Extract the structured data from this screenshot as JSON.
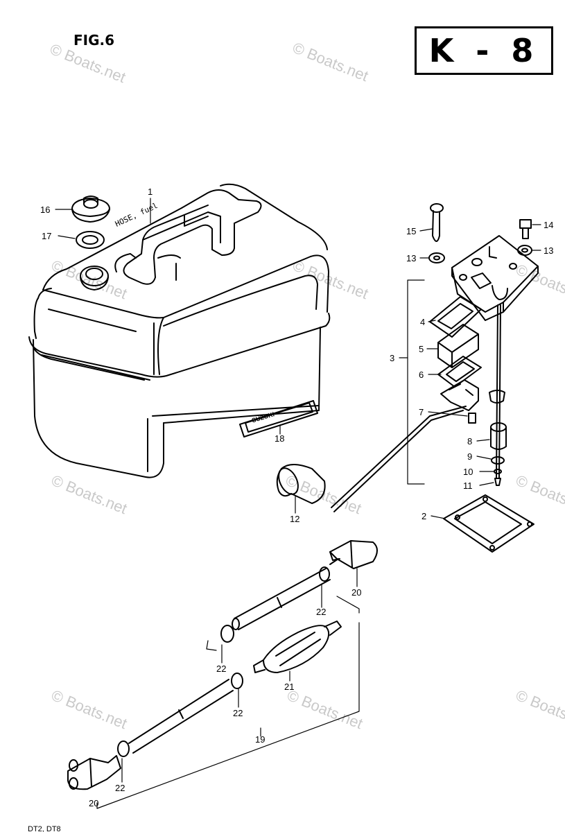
{
  "figure": {
    "title": "FIG.6",
    "code": "K - 8"
  },
  "watermark": "© Boats.net",
  "tank": {
    "text_lid": "HOSE, fuel",
    "text_badge": "SUZUKI"
  },
  "labels": [
    {
      "n": "1"
    },
    {
      "n": "16"
    },
    {
      "n": "17"
    },
    {
      "n": "15"
    },
    {
      "n": "14"
    },
    {
      "n": "13"
    },
    {
      "n": "13"
    },
    {
      "n": "3"
    },
    {
      "n": "4"
    },
    {
      "n": "5"
    },
    {
      "n": "6"
    },
    {
      "n": "7"
    },
    {
      "n": "8"
    },
    {
      "n": "9"
    },
    {
      "n": "10"
    },
    {
      "n": "11"
    },
    {
      "n": "2"
    },
    {
      "n": "18"
    },
    {
      "n": "12"
    },
    {
      "n": "20"
    },
    {
      "n": "22"
    },
    {
      "n": "22"
    },
    {
      "n": "21"
    },
    {
      "n": "22"
    },
    {
      "n": "19"
    },
    {
      "n": "22"
    },
    {
      "n": "20"
    }
  ],
  "footer": "DT2, DT8"
}
